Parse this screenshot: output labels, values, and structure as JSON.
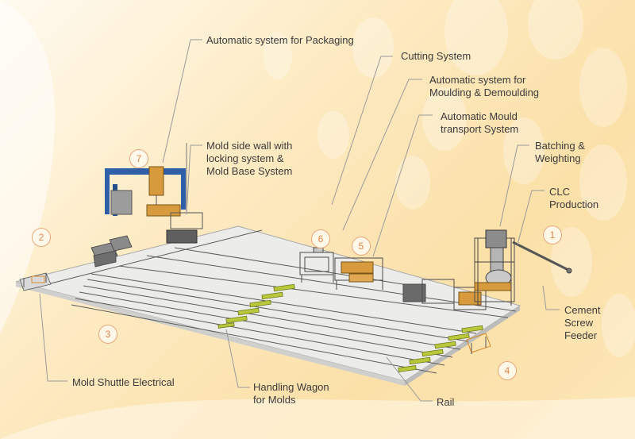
{
  "labels": {
    "packaging": [
      "Automatic system for Packaging"
    ],
    "cutting": [
      "Cutting System"
    ],
    "moulding": [
      "Automatic system for",
      "Moulding & Demoulding"
    ],
    "mould_transport": [
      "Automatic Mould",
      "transport System"
    ],
    "batching": [
      "Batching &",
      "Weighting"
    ],
    "clc": [
      "CLC",
      "Production"
    ],
    "side_wall": [
      "Mold side wall with",
      "locking system &",
      "Mold Base System"
    ],
    "cement": [
      "Cement",
      "Screw",
      "Feeder"
    ],
    "shuttle": [
      "Mold Shuttle Electrical"
    ],
    "wagon": [
      "Handling Wagon",
      "for Molds"
    ],
    "rail": [
      "Rail"
    ]
  },
  "markers": [
    "1",
    "2",
    "3",
    "4",
    "5",
    "6",
    "7"
  ],
  "colors": {
    "accent": "#e0874f",
    "leader": "#9a9a9a",
    "platform": "#e9e9e7",
    "frame_blue": "#2f5fa8",
    "machine_orange": "#d79b3e",
    "wagon_green": "#b9c83a"
  }
}
